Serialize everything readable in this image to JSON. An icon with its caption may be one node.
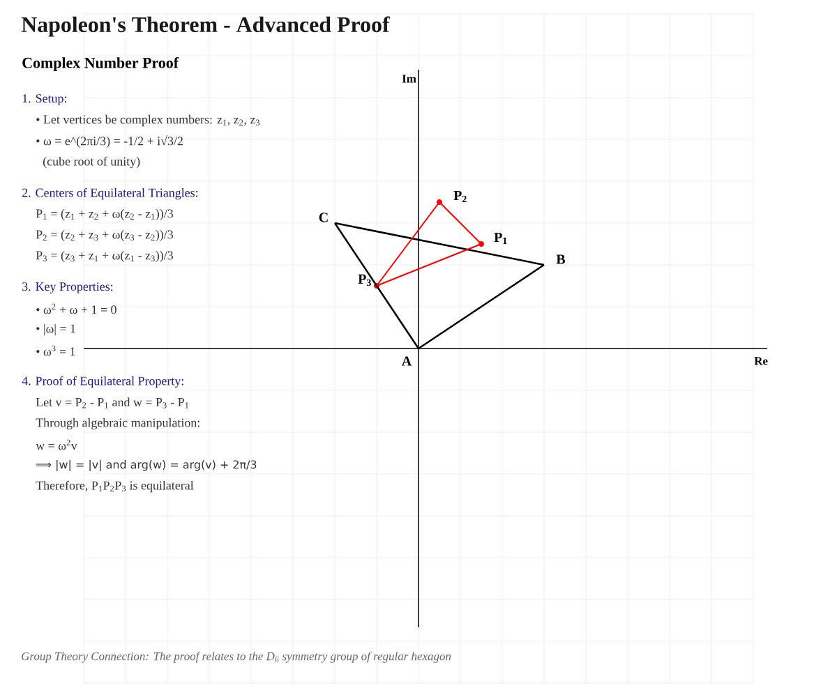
{
  "diagram": {
    "title": "Napoleon's Theorem - Advanced Proof",
    "caption": "Group Theory Connection: The proof relates to the D$_{6}$ symmetry group of regular hexagon",
    "nodes": [
      {
        "text": [
          "A"
        ]
      },
      {
        "text": [
          "B"
        ]
      },
      {
        "text": [
          "C"
        ]
      },
      {
        "text": [
          "P$_{1}$"
        ]
      },
      {
        "text": [
          "P$_{2}$"
        ]
      },
      {
        "text": [
          "P$_{3}$"
        ]
      }
    ],
    "edges": [
      {
        "from": 0,
        "to": 1,
        "arrow": "none"
      },
      {
        "from": 1,
        "to": 2,
        "arrow": "none"
      },
      {
        "from": 2,
        "to": 0,
        "arrow": "none"
      },
      {
        "from": 3,
        "to": 4,
        "arrow": "none",
        "color": "#ff0000"
      },
      {
        "from": 4,
        "to": 5,
        "arrow": "none",
        "color": "#ff0000"
      },
      {
        "from": 5,
        "to": 3,
        "arrow": "none",
        "color": "#ff0000"
      }
    ],
    "labels": [
      "Complex Number Proof",
      "Im",
      "1. Setup:",
      "• Let vertices be complex numbers: z$_{1}$, z$_{2}$, z$_{3}$",
      "• ω = e^(2πi/3) = -1/2 + i√3/2",
      "(cube root of unity)",
      "2. Centers of Equilateral Triangles:",
      "P$_{1}$ = (z$_{1}$ + z$_{2}$ + ω(z$_{2}$ - z$_{1}$))/3",
      "P$_{2}$ = (z$_{2}$ + z$_{3}$ + ω(z$_{3}$ - z$_{2}$))/3",
      "P$_{3}$ = (z$_{3}$ + z$_{1}$ + ω(z$_{1}$ - z$_{3}$))/3",
      "3. Key Properties:",
      "• ω$^{2}$ + ω + 1 = 0",
      "• |ω| = 1",
      "• ω$^{3}$ = 1",
      "4. Proof of Equilateral Property:",
      "Let v = P$_{2}$ - P$_{1}$ and w = P$_{3}$ - P$_{1}$",
      "Through algebraic manipulation:",
      "w = ω$^{2}$v",
      "⟹ |w| = |v| and arg(w) = arg(v) + 2π/3",
      "Therefore, P$_{1}$P$_{2}$P$_{3}$ is equilateral",
      "Re"
    ]
  }
}
